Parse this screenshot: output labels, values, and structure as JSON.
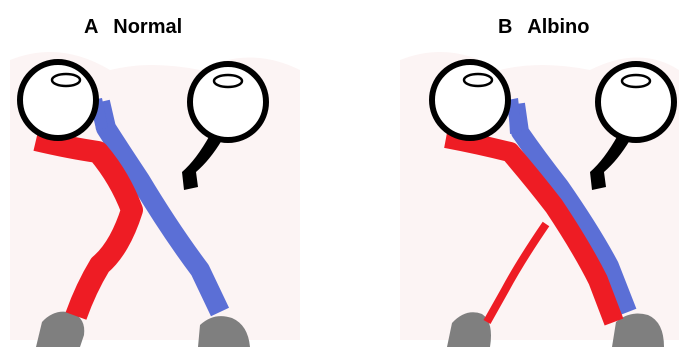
{
  "panels": [
    {
      "letter": "A",
      "title": "Normal"
    },
    {
      "letter": "B",
      "title": "Albino"
    }
  ],
  "colors": {
    "ipsilateral_pathway": "#ee1c24",
    "contralateral_pathway": "#5b6fd6",
    "lgn_target": "#7f7f7f",
    "eye_outline": "#000000",
    "eye_fill": "#ffffff",
    "ghost_background": "#fcf4f4"
  }
}
